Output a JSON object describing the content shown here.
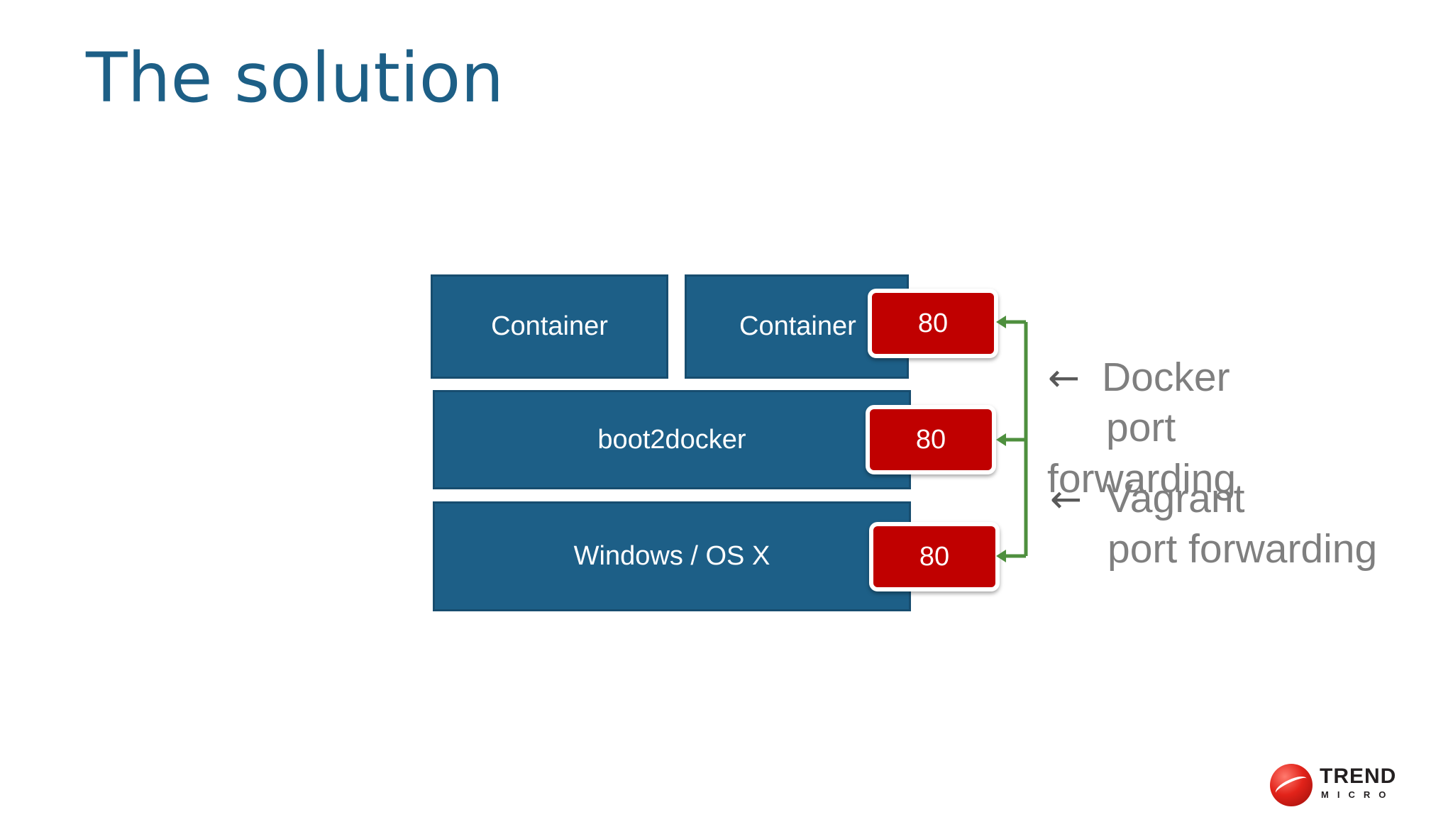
{
  "slide": {
    "title": "The solution"
  },
  "diagram": {
    "layers": {
      "container_a": "Container",
      "container_b": "Container",
      "boot2docker": "boot2docker",
      "host_os": "Windows / OS X"
    },
    "ports": {
      "container_port": "80",
      "boot2docker_port": "80",
      "host_port": "80"
    },
    "callouts": {
      "docker": {
        "arrow": "←",
        "line1": "Docker",
        "line2": "port",
        "line3": "forwarding"
      },
      "vagrant": {
        "arrow": "←",
        "line1": "Vagrant",
        "line2": "port forwarding"
      }
    },
    "colors": {
      "layer_fill": "#1d5f87",
      "port_fill": "#c00000",
      "connector": "#4e8f3e",
      "title": "#1d5f86",
      "callout_text": "#7f7f7f"
    }
  },
  "logo": {
    "word1": "TREND",
    "word2": "MICRO",
    "icon": "trend-micro-ball-icon"
  }
}
